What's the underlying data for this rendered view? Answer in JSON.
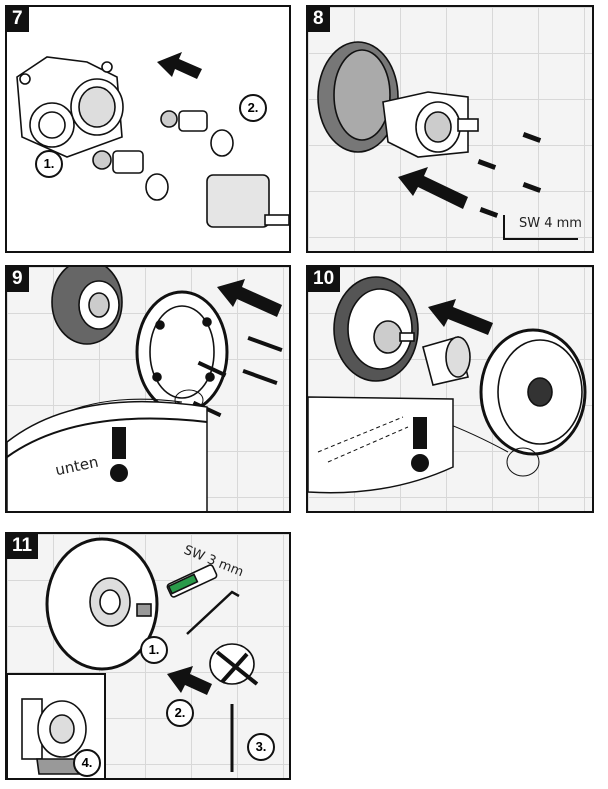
{
  "steps": [
    {
      "number": "7",
      "markers": [
        "1.",
        "2."
      ]
    },
    {
      "number": "8",
      "tool_label": "SW 4 mm"
    },
    {
      "number": "9",
      "detail_text": "unten"
    },
    {
      "number": "10"
    },
    {
      "number": "11",
      "tool_label": "SW 3 mm",
      "markers": [
        "1.",
        "2.",
        "3.",
        "4."
      ]
    }
  ]
}
